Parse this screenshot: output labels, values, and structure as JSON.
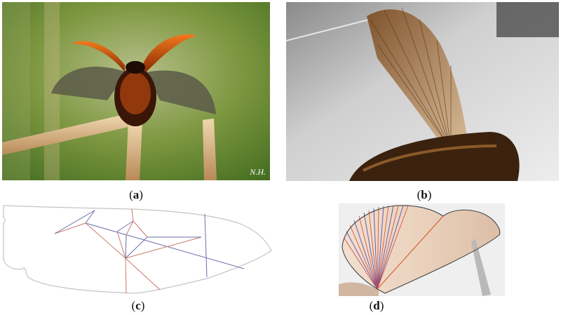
{
  "figure": {
    "panels": [
      {
        "id": "a",
        "label_open": "(",
        "letter": "a",
        "label_close": ")",
        "signature": "N.H."
      },
      {
        "id": "b",
        "label_open": "(",
        "letter": "b",
        "label_close": ")"
      },
      {
        "id": "c",
        "label_open": "(",
        "letter": "c",
        "label_close": ")"
      },
      {
        "id": "d",
        "label_open": "(",
        "letter": "d",
        "label_close": ")"
      }
    ],
    "colors": {
      "vein_red": "#c9786a",
      "vein_blue": "#6a6fa8",
      "outline": "#bfbfbf"
    }
  }
}
